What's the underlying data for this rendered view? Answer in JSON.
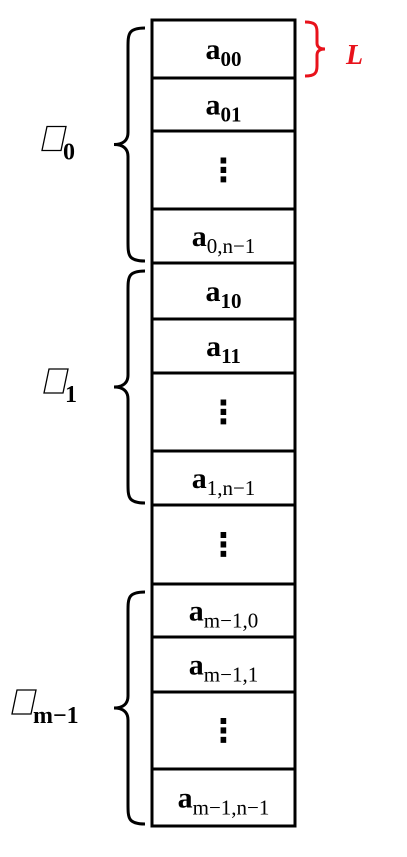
{
  "cells": [
    {
      "main": "a",
      "sub": "00"
    },
    {
      "main": "a",
      "sub": "01"
    },
    {
      "dots": "⋮"
    },
    {
      "main": "a",
      "sub": "0,n−1"
    },
    {
      "main": "a",
      "sub": "10"
    },
    {
      "main": "a",
      "sub": "11"
    },
    {
      "dots": "⋮"
    },
    {
      "main": "a",
      "sub": "1,n−1"
    },
    {
      "dots": "⋮"
    },
    {
      "main": "a",
      "sub": "m−1,0"
    },
    {
      "main": "a",
      "sub": "m−1,1"
    },
    {
      "dots": "⋮"
    },
    {
      "main": "a",
      "sub": "m−1,n−1"
    }
  ],
  "groups": [
    {
      "label_sub": "0"
    },
    {
      "label_sub": "1"
    },
    {
      "label_sub": "m−1"
    }
  ],
  "element_size_label": "L",
  "colors": {
    "accent": "#e8121b",
    "line": "#000000"
  }
}
